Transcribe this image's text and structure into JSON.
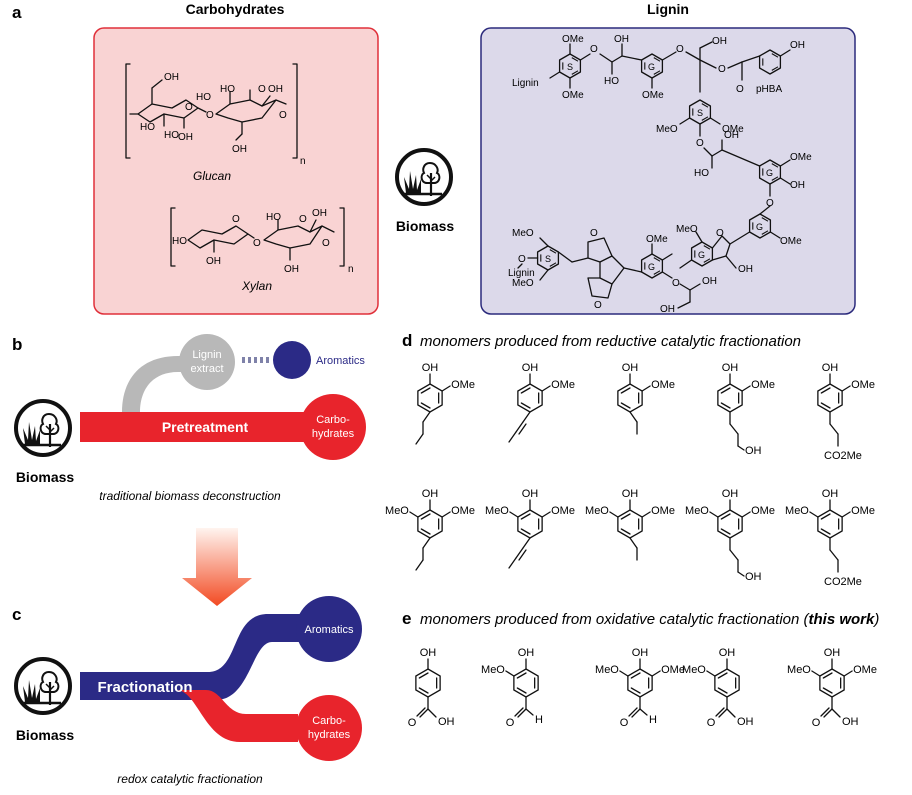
{
  "panels": {
    "a": {
      "letter": "a",
      "carbohydrates_title": "Carbohydrates",
      "lignin_title": "Lignin",
      "glucan_label": "Glucan",
      "xylan_label": "Xylan",
      "subscript_n": "n",
      "biomass_label": "Biomass",
      "lignin_labels": {
        "ome": "OMe",
        "oh": "OH",
        "o": "O",
        "ho": "HO",
        "meo": "MeO",
        "lignin": "Lignin",
        "phba": "pHBA",
        "ring_s": "S",
        "ring_g": "G"
      }
    },
    "b": {
      "letter": "b",
      "lignin_extract": [
        "Lignin",
        "extract"
      ],
      "aromatics": "Aromatics",
      "pretreatment": "Pretreatment",
      "carbohydrates": [
        "Carbo-",
        "hydrates"
      ],
      "biomass_label": "Biomass",
      "caption": "traditional biomass deconstruction"
    },
    "c": {
      "letter": "c",
      "fractionation": "Fractionation",
      "aromatics": "Aromatics",
      "carbohydrates": [
        "Carbo-",
        "hydrates"
      ],
      "biomass_label": "Biomass",
      "caption": "redox catalytic fractionation"
    },
    "d": {
      "letter": "d",
      "title": "monomers produced from reductive catalytic fractionation"
    },
    "e": {
      "letter": "e",
      "title_prefix": "monomers produced from oxidative catalytic fractionation (",
      "title_bold": "this work",
      "title_suffix": ")"
    }
  },
  "chem_labels": {
    "oh": "OH",
    "ome": "OMe",
    "meo": "MeO",
    "co2me": "CO2Me",
    "h": "H",
    "o": "O",
    "ho": "HO"
  },
  "colors": {
    "carb_box_fill": "#f9d3d3",
    "carb_box_stroke": "#e0303a",
    "lignin_box_fill": "#dcd9ea",
    "lignin_box_stroke": "#2b2a7c",
    "red": "#e8242c",
    "navy": "#2b2a86",
    "grey": "#b8b8b8",
    "arrow_top": "#fde4da",
    "arrow_bottom": "#f2502a"
  }
}
